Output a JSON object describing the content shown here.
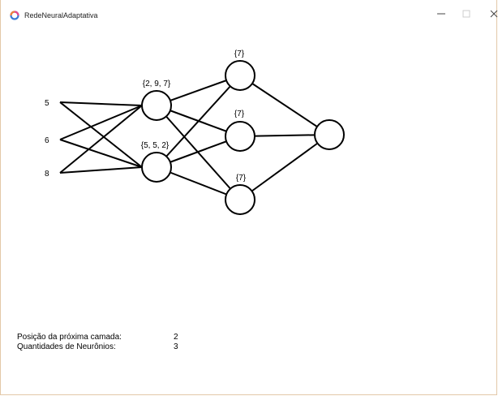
{
  "window": {
    "title": "RedeNeuralAdaptativa"
  },
  "network": {
    "inputs": [
      "5",
      "6",
      "8"
    ],
    "hidden_layer_1": [
      "{2, 9, 7}",
      "{5, 5, 2}"
    ],
    "hidden_layer_2": [
      "{7}",
      "{7}",
      "{7}"
    ]
  },
  "status": {
    "next_layer_label": "Posição da próxima camada:",
    "next_layer_value": "2",
    "neuron_count_label": "Quantidades de Neurônios:",
    "neuron_count_value": "3"
  },
  "colors": {
    "icon_ring_1": "#e64a8b",
    "icon_ring_2": "#3a7bd5",
    "line": "#000000"
  }
}
